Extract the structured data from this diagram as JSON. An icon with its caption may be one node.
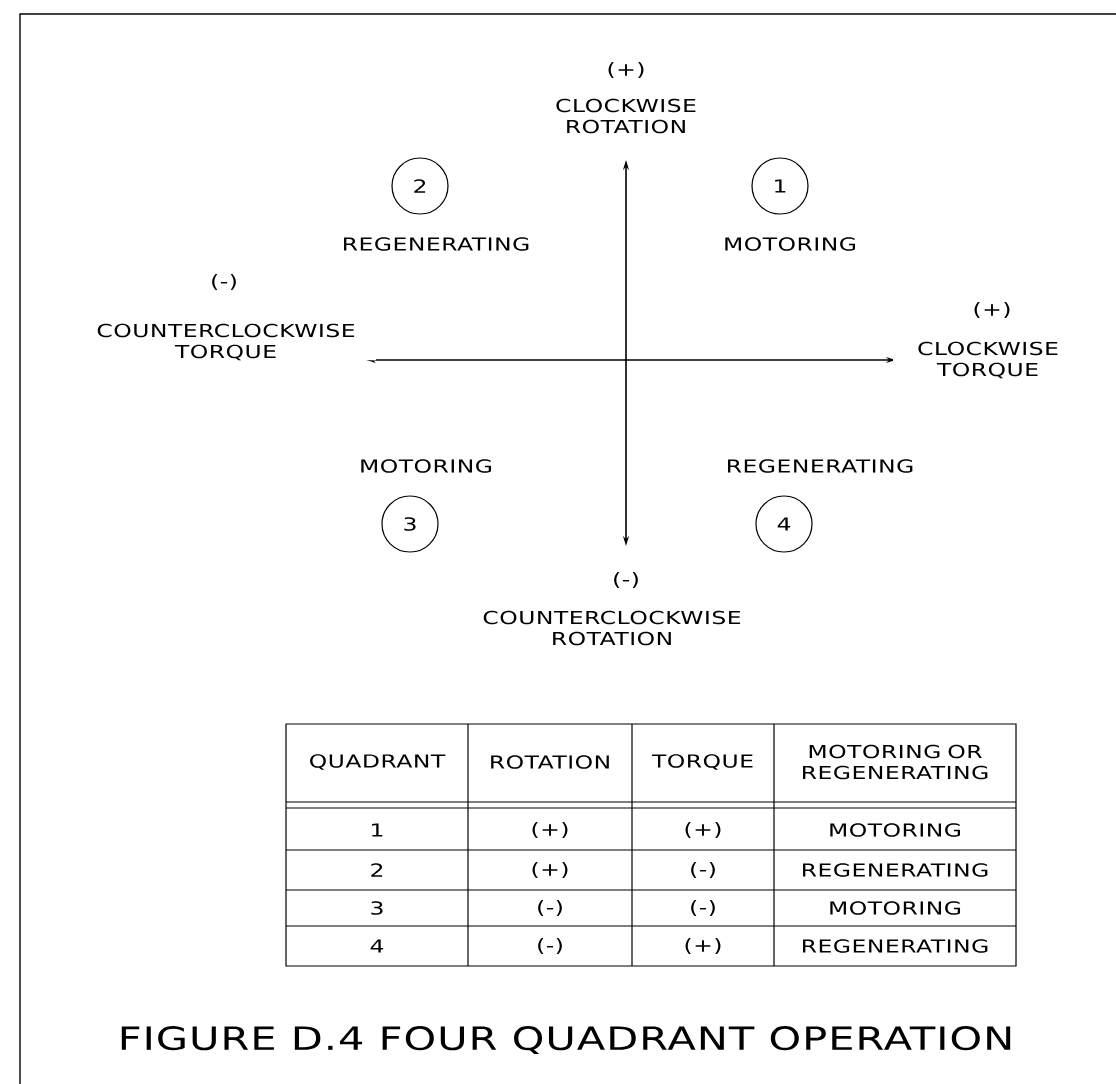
{
  "diagram": {
    "caption": "FIGURE D.4 FOUR QUADRANT OPERATION",
    "nodes": [
      {
        "text": [
          "1"
        ],
        "beside": [
          "MOTORING"
        ]
      },
      {
        "text": [
          "2"
        ],
        "beside": [
          "REGENERATING"
        ]
      },
      {
        "text": [
          "3"
        ],
        "beside": [
          "MOTORING"
        ]
      },
      {
        "text": [
          "4"
        ],
        "beside": [
          "REGENERATING"
        ]
      }
    ],
    "labels": [
      "(+)",
      "CLOCKWISE ROTATION",
      "(-)",
      "COUNTERCLOCKWISE TORQUE",
      "(+)",
      "CLOCKWISE TORQUE",
      "(-)",
      "COUNTERCLOCKWISE ROTATION",
      "QUADRANT",
      "ROTATION",
      "TORQUE",
      "MOTORING OR REGENERATING",
      "1",
      "(+)",
      "(+)",
      "MOTORING",
      "2",
      "(+)",
      "(-)",
      "REGENERATING",
      "3",
      "(-)",
      "(-)",
      "MOTORING",
      "4",
      "(-)",
      "(+)",
      "REGENERATING"
    ]
  }
}
